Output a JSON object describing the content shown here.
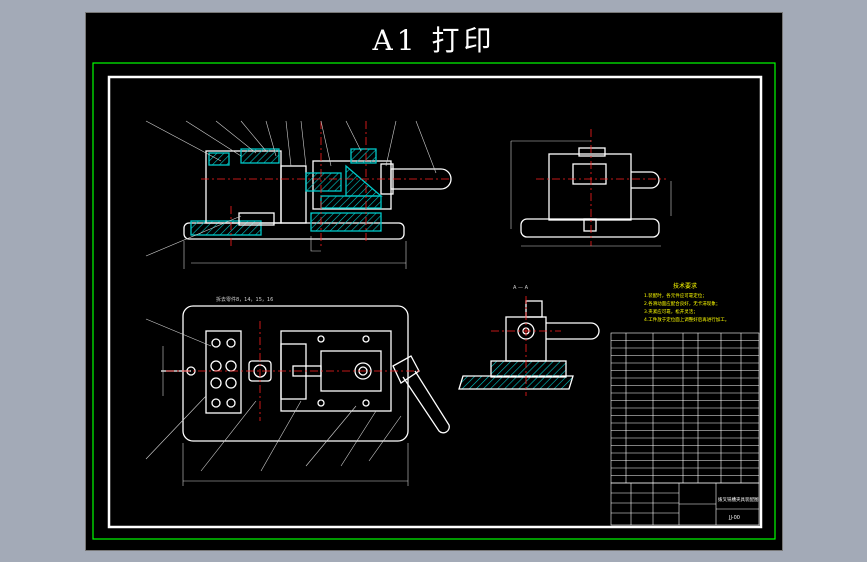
{
  "title": "A1  打印",
  "section_label": "A — A",
  "notes_title": "技术要求",
  "notes": [
    "1.装配时，各元件应可靠定位；",
    "2.各滑动面应配合良好，无卡滞现象；",
    "3.夹紧应可靠，松开灵活；",
    "4.工件放于定位面上调整好后再进行加工。"
  ],
  "plan_caption": "拆去零件8，14，15，16",
  "title_block_name": "拨叉铣槽夹具装配图",
  "title_block_drawing_no": "JJ-00",
  "colors": {
    "background": "#000000",
    "outline": "#ffffff",
    "hatch": "#00c8c8",
    "centerline": "#ff2020",
    "dimension": "#d0d0d0",
    "note": "#ffff00",
    "border": "#00ff00",
    "table": "#ffffff"
  }
}
